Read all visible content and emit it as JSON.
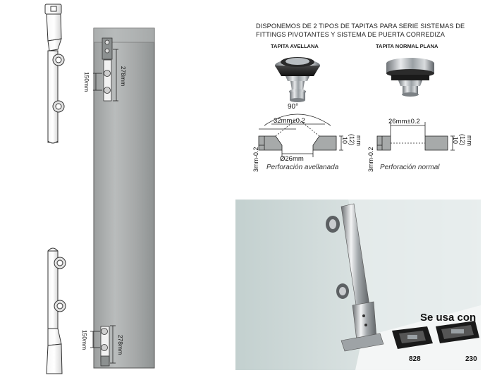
{
  "heading": {
    "line1": "DISPONEMOS DE 2 TIPOS DE TAPITAS  PARA SERIE SISTEMAS DE",
    "line2": "FITTINGS PIVOTANTES Y  SISTEMA DE PUERTA CORREDIZA"
  },
  "caps": {
    "countersunk": {
      "title": "TAPITA AVELLANA",
      "angle": "90°",
      "top_dim": "32mm±0.2",
      "bottom_dim": "Ø26mm",
      "side_dim": "3mm-0.2",
      "thickness": "10",
      "thickness_alt": "(12)",
      "unit": "mm",
      "caption": "Perforación avellanada"
    },
    "flat": {
      "title": "TAPITA NORMAL PLANA",
      "top_dim": "26mm±0.2",
      "side_dim": "3mm-0.2",
      "thickness": "10",
      "thickness_alt": "(12)",
      "unit": "mm",
      "caption": "Perforación normal"
    }
  },
  "door_dims": {
    "top_spacing": "150mm",
    "top_total": "278mm",
    "bottom_spacing": "150mm",
    "bottom_total": "278mm"
  },
  "photo": {
    "used_with": "Se usa con",
    "products": [
      "828",
      "230"
    ]
  },
  "colors": {
    "glass": "#a9adad",
    "steel": "#9ea3a6",
    "text": "#111111"
  }
}
